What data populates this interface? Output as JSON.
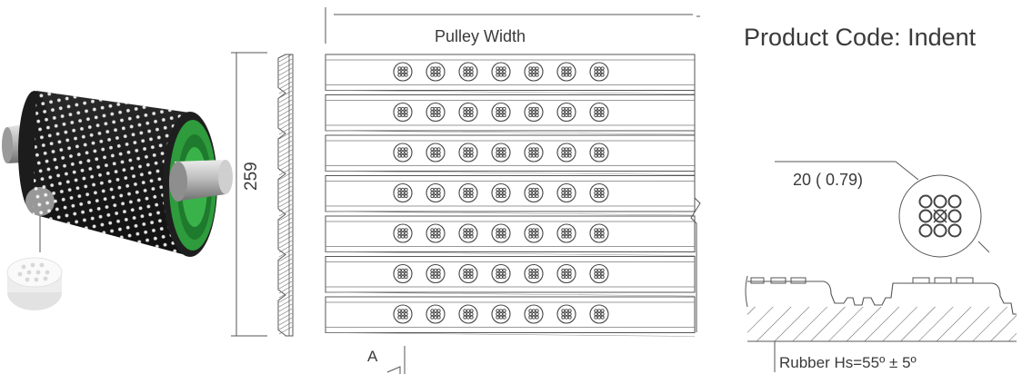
{
  "title": "Product Code: Indent",
  "width_label": "Pulley Width",
  "height_label": "259",
  "section_label": "A",
  "detail_dim_label": "20 ( 0.79)",
  "material_label": "Rubber Hs=55º ± 5º",
  "colors": {
    "line": "#555555",
    "pulley_body": "#1f1f1f",
    "pulley_rim": "#2e9b3c",
    "shaft": "#b8b8b8",
    "dots": "#e6e6e6"
  },
  "icons": {
    "pulley": "rubber-lagged-pulley-icon",
    "indent_sample": "indent-disc-icon"
  }
}
